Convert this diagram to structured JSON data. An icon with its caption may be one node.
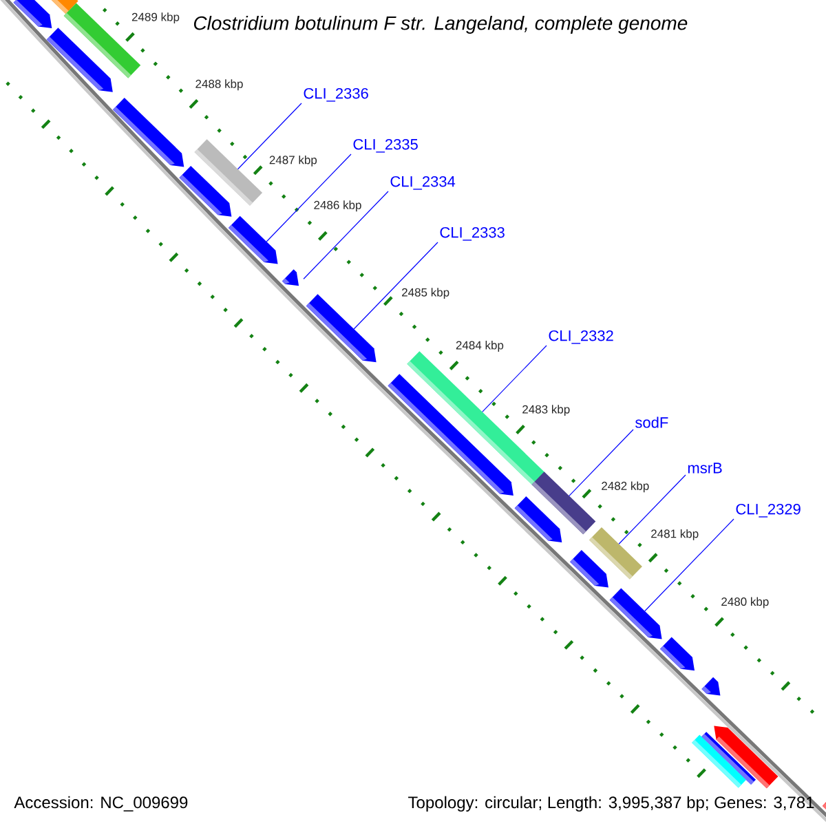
{
  "diagram": {
    "title": "Clostridium botulinum F str. Langeland, complete genome",
    "nodes": [
      {
        "text": [
          "CLI_2336"
        ]
      },
      {
        "text": [
          "CLI_2335"
        ]
      },
      {
        "text": [
          "CLI_2334"
        ]
      },
      {
        "text": [
          "CLI_2333"
        ]
      },
      {
        "text": [
          "CLI_2332"
        ]
      },
      {
        "text": [
          "sodF"
        ]
      },
      {
        "text": [
          "msrB"
        ]
      },
      {
        "text": [
          "CLI_2329"
        ]
      },
      {
        "text": [],
        "shape": "bar"
      },
      {
        "text": [],
        "shape": "bar"
      },
      {
        "text": [],
        "shape": "arrow"
      },
      {
        "text": [],
        "shape": "arrow"
      },
      {
        "text": [],
        "shape": "arrow"
      },
      {
        "text": [],
        "shape": "bar"
      },
      {
        "text": [],
        "shape": "arrow"
      },
      {
        "text": [],
        "shape": "arrow"
      },
      {
        "text": [],
        "shape": "arrow"
      },
      {
        "text": [],
        "shape": "arrow"
      },
      {
        "text": [],
        "shape": "bar"
      },
      {
        "text": [],
        "shape": "arrow"
      },
      {
        "text": [],
        "shape": "bar"
      },
      {
        "text": [],
        "shape": "arrow"
      },
      {
        "text": [],
        "shape": "bar"
      },
      {
        "text": [],
        "shape": "arrow"
      },
      {
        "text": [],
        "shape": "arrow"
      },
      {
        "text": [],
        "shape": "arrow"
      },
      {
        "text": [],
        "shape": "arrow"
      },
      {
        "text": [],
        "shape": "arrow"
      },
      {
        "text": [],
        "shape": "bar"
      },
      {
        "text": [],
        "shape": "bar"
      },
      {
        "text": [],
        "shape": "bar"
      }
    ],
    "edges": [
      {
        "from": 0,
        "to": 13,
        "arrow": "none"
      },
      {
        "from": 1,
        "to": 15,
        "arrow": "none"
      },
      {
        "from": 2,
        "to": 16,
        "arrow": "none"
      },
      {
        "from": 3,
        "to": 17,
        "arrow": "none"
      },
      {
        "from": 4,
        "to": 18,
        "arrow": "none"
      },
      {
        "from": 5,
        "to": 20,
        "arrow": "none"
      },
      {
        "from": 6,
        "to": 22,
        "arrow": "none"
      },
      {
        "from": 7,
        "to": 24,
        "arrow": "none"
      }
    ],
    "labels": [
      "2489 kbp",
      "2488 kbp",
      "2487 kbp",
      "2486 kbp",
      "2485 kbp",
      "2484 kbp",
      "2483 kbp",
      "2482 kbp",
      "2481 kbp",
      "2480 kbp",
      "Accession: NC_009699",
      "Topology: circular; Length: 3,995,387 bp; Genes: 3,781"
    ]
  }
}
